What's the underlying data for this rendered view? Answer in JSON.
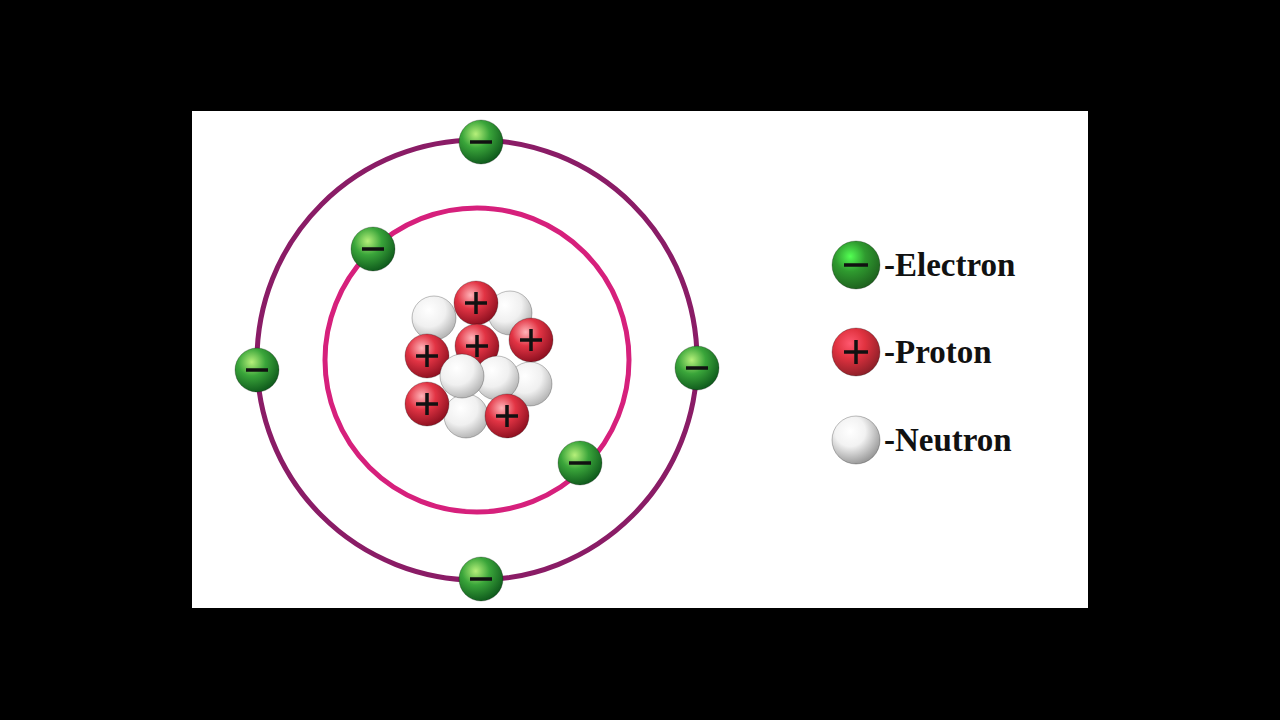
{
  "diagram": {
    "legend": [
      {
        "text": "-Electron",
        "color": "#2f9a2f"
      },
      {
        "text": "-Proton",
        "color": "#e0323f"
      },
      {
        "text": "-Neutron",
        "color": "#f2f2f2"
      }
    ]
  }
}
